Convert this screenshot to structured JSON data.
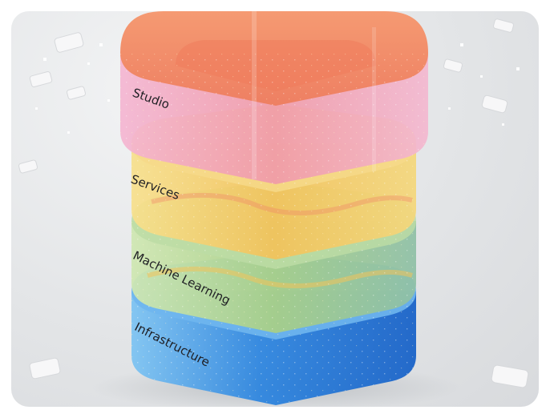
{
  "layers": [
    {
      "label": "Studio"
    },
    {
      "label": "Services"
    },
    {
      "label": "Machine Learning"
    },
    {
      "label": "Infrastructure"
    }
  ],
  "colors": {
    "background": "#e3e5e7",
    "studio": "#f08a6a",
    "studio_sides": "#f1a4c4",
    "services": "#f2c560",
    "machine_learning": "#a9cf8f",
    "infrastructure": "#3f8fe0"
  }
}
